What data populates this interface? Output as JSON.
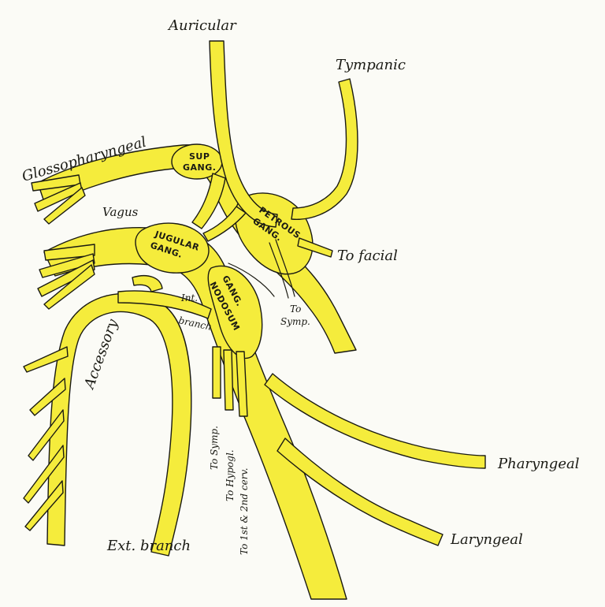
{
  "labels": {
    "auricular": "Auricular",
    "tympanic": "Tympanic",
    "glossopharyngeal": "Glossopharyngeal",
    "sup_gang_1": "SUP",
    "sup_gang_2": "GANG.",
    "vagus": "Vagus",
    "petrous_1": "PETROUS",
    "petrous_2": "GANG.",
    "jugular_1": "JUGULAR",
    "jugular_2": "GANG.",
    "to_facial": "To facial",
    "int": "Int.",
    "branch": "branch",
    "nodosum_1": "GANG.",
    "nodosum_2": "NODOSUM",
    "to_symp_1": "To",
    "to_symp_2": "Symp.",
    "accessory": "Accessory",
    "to_symp_vertical": "To Symp.",
    "to_hypogl": "To Hypogl.",
    "to_cerv": "To 1st & 2nd cerv.",
    "pharyngeal": "Pharyngeal",
    "laryngeal": "Laryngeal",
    "ext_branch": "Ext. branch"
  },
  "colors": {
    "nerve": "#f5ec3c",
    "outline": "#1a1a12",
    "background": "#fbfbf6"
  }
}
